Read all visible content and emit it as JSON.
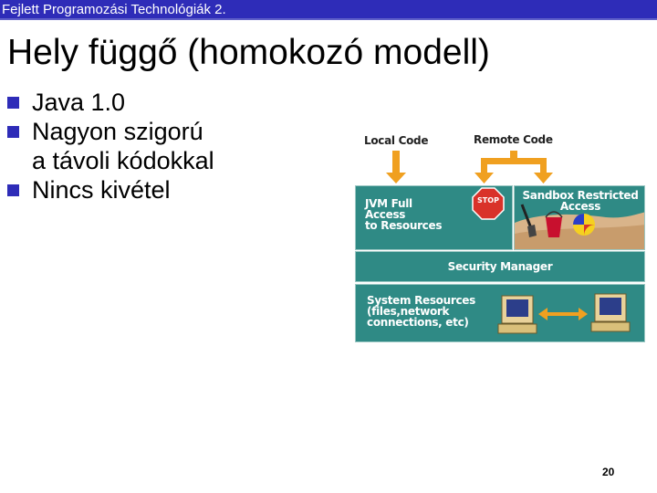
{
  "header": {
    "text": "Fejlett Programozási Technológiák 2."
  },
  "slide": {
    "title": "Hely függő (homokozó modell)",
    "bullets": [
      {
        "lines": [
          "Java 1.0"
        ]
      },
      {
        "lines": [
          "Nagyon szigorú",
          "a távoli kódokkal"
        ]
      },
      {
        "lines": [
          "Nincs kivétel"
        ]
      }
    ],
    "page_number": "20"
  },
  "diagram": {
    "local_code": "Local Code",
    "remote_code": "Remote Code",
    "jvm_full": [
      "JVM Full",
      "Access",
      "to Resources"
    ],
    "stop": "STOP",
    "sandbox": [
      "Sandbox Restricted",
      "Access"
    ],
    "security_manager": "Security Manager",
    "system_resources": [
      "System Resources",
      "(files,network",
      "connections, etc)"
    ]
  },
  "colors": {
    "header_bar": "#2E2CB8",
    "bullet": "#2E2CB8",
    "panel": "#2f8a85",
    "arrow": "#f0a020",
    "stop": "#d9322a"
  }
}
